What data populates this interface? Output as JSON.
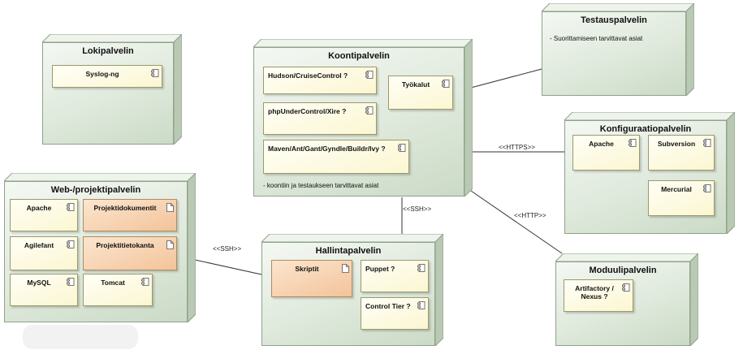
{
  "nodes": {
    "lokipalvelin": {
      "title": "Lokipalvelin",
      "components": [
        "Syslog-ng"
      ]
    },
    "koontipalvelin": {
      "title": "Koontipalvelin",
      "components": [
        "Hudson/CruiseControl ?",
        "Työkalut",
        "phpUnderControl/Xire ?",
        "Maven/Ant/Gant/Gyndle/Buildr/Ivy ?"
      ],
      "note": "- koontiin ja testaukseen tarvittavat asiat"
    },
    "testauspalvelin": {
      "title": "Testauspalvelin",
      "note": "- Suorittamiseen tarvittavat asiat"
    },
    "konfiguraatiopalvelin": {
      "title": "Konfiguraatiopalvelin",
      "components": [
        "Apache",
        "Subversion",
        "Mercurial"
      ]
    },
    "webprojektipalvelin": {
      "title": "Web-/projektipalvelin",
      "components": [
        "Apache",
        "Projektidokumentit",
        "Agilefant",
        "Projektitietokanta",
        "MySQL",
        "Tomcat"
      ]
    },
    "hallintapalvelin": {
      "title": "Hallintapalvelin",
      "components": [
        "Skriptit",
        "Puppet ?",
        "Control Tier ?"
      ]
    },
    "moduulipalvelin": {
      "title": "Moduulipalvelin",
      "components": [
        "Artifactory / Nexus ?"
      ]
    }
  },
  "edges": {
    "web_hallinta": "<<SSH>>",
    "koonti_hallinta": "<<SSH>>",
    "koonti_konfiguraatio": "<<HTTPS>>",
    "koonti_moduuli": "<<HTTP>>"
  },
  "colors": {
    "node_fill": "#dfe9dc",
    "node_border": "#8fa28a",
    "component_fill": "#fbf6d2",
    "artifact_fill": "#f3c39a"
  }
}
